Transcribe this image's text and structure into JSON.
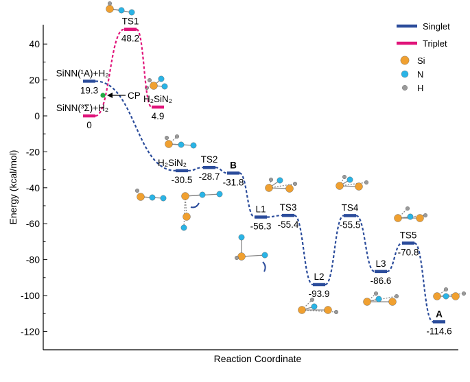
{
  "chart_data": {
    "type": "energy_profile",
    "xlabel": "Reaction Coordinate",
    "ylabel": "Energy (kcal/mol)",
    "ylim": [
      -128,
      52
    ],
    "yticks": [
      40,
      20,
      0,
      -20,
      -40,
      -60,
      -80,
      -100,
      -120
    ],
    "legend": {
      "placement": "top-right",
      "series": [
        {
          "key": "singlet",
          "name": "Singlet",
          "color": "#2b4c9b"
        },
        {
          "key": "triplet",
          "name": "Triplet",
          "color": "#e0147a"
        }
      ],
      "atoms": [
        {
          "name": "Si",
          "color": "#f0a030",
          "icon": "orange-sphere"
        },
        {
          "name": "N",
          "color": "#2ab4e6",
          "icon": "cyan-sphere"
        },
        {
          "name": "H",
          "color": "#9a9a9a",
          "icon": "gray-sphere"
        }
      ]
    },
    "states": [
      {
        "id": "singlet-reactant",
        "label": "SiNN(¹A)+H₂",
        "value": 19.3,
        "value_text": "19.3",
        "spin": "singlet",
        "x": 0.3
      },
      {
        "id": "triplet-reactant",
        "label": "SiNN(³Σ)+H₂",
        "value": 0,
        "value_text": "0",
        "spin": "triplet",
        "x": 0.3
      },
      {
        "id": "TS1",
        "label": "TS1",
        "value": 48.2,
        "value_text": "48.2",
        "spin": "triplet",
        "x": 1.5
      },
      {
        "id": "triplet-H2SiN2",
        "label": "H₂SiN₂",
        "value": 4.9,
        "value_text": "4.9",
        "spin": "triplet",
        "x": 2.3
      },
      {
        "id": "singlet-H2SiN2",
        "label": "H₂SiN₂",
        "value": -30.5,
        "value_text": "-30.5",
        "spin": "singlet",
        "x": 3.0
      },
      {
        "id": "TS2",
        "label": "TS2",
        "value": -28.7,
        "value_text": "-28.7",
        "spin": "singlet",
        "x": 3.8
      },
      {
        "id": "B",
        "label": "B",
        "value": -31.8,
        "value_text": "-31.8",
        "spin": "singlet",
        "x": 4.5,
        "bold": true
      },
      {
        "id": "L1",
        "label": "L1",
        "value": -56.3,
        "value_text": "-56.3",
        "spin": "singlet",
        "x": 5.3
      },
      {
        "id": "TS3",
        "label": "TS3",
        "value": -55.4,
        "value_text": "-55.4",
        "spin": "singlet",
        "x": 6.1
      },
      {
        "id": "L2",
        "label": "L2",
        "value": -93.9,
        "value_text": "-93.9",
        "spin": "singlet",
        "x": 7.0
      },
      {
        "id": "TS4",
        "label": "TS4",
        "value": -55.5,
        "value_text": "-55.5",
        "spin": "singlet",
        "x": 7.9
      },
      {
        "id": "L3",
        "label": "L3",
        "value": -86.6,
        "value_text": "-86.6",
        "spin": "singlet",
        "x": 8.8
      },
      {
        "id": "TS5",
        "label": "TS5",
        "value": -70.8,
        "value_text": "-70.8",
        "spin": "singlet",
        "x": 9.6
      },
      {
        "id": "A",
        "label": "A",
        "value": -114.6,
        "value_text": "-114.6",
        "spin": "singlet",
        "x": 10.5,
        "bold": true
      }
    ],
    "paths": [
      {
        "spin": "triplet",
        "from": "triplet-reactant",
        "to": "TS1"
      },
      {
        "spin": "triplet",
        "from": "TS1",
        "to": "triplet-H2SiN2"
      },
      {
        "spin": "singlet",
        "from": "singlet-reactant",
        "to": "singlet-H2SiN2"
      },
      {
        "spin": "singlet",
        "from": "singlet-H2SiN2",
        "to": "TS2"
      },
      {
        "spin": "singlet",
        "from": "TS2",
        "to": "B"
      },
      {
        "spin": "singlet",
        "from": "B",
        "to": "L1"
      },
      {
        "spin": "singlet",
        "from": "L1",
        "to": "TS3"
      },
      {
        "spin": "singlet",
        "from": "TS3",
        "to": "L2"
      },
      {
        "spin": "singlet",
        "from": "L2",
        "to": "TS4"
      },
      {
        "spin": "singlet",
        "from": "TS4",
        "to": "L3"
      },
      {
        "spin": "singlet",
        "from": "L3",
        "to": "TS5"
      },
      {
        "spin": "singlet",
        "from": "TS5",
        "to": "A"
      }
    ],
    "annotation": {
      "label": "CP",
      "value": 14.5,
      "x": 1.0,
      "color": "#22aa44"
    }
  }
}
